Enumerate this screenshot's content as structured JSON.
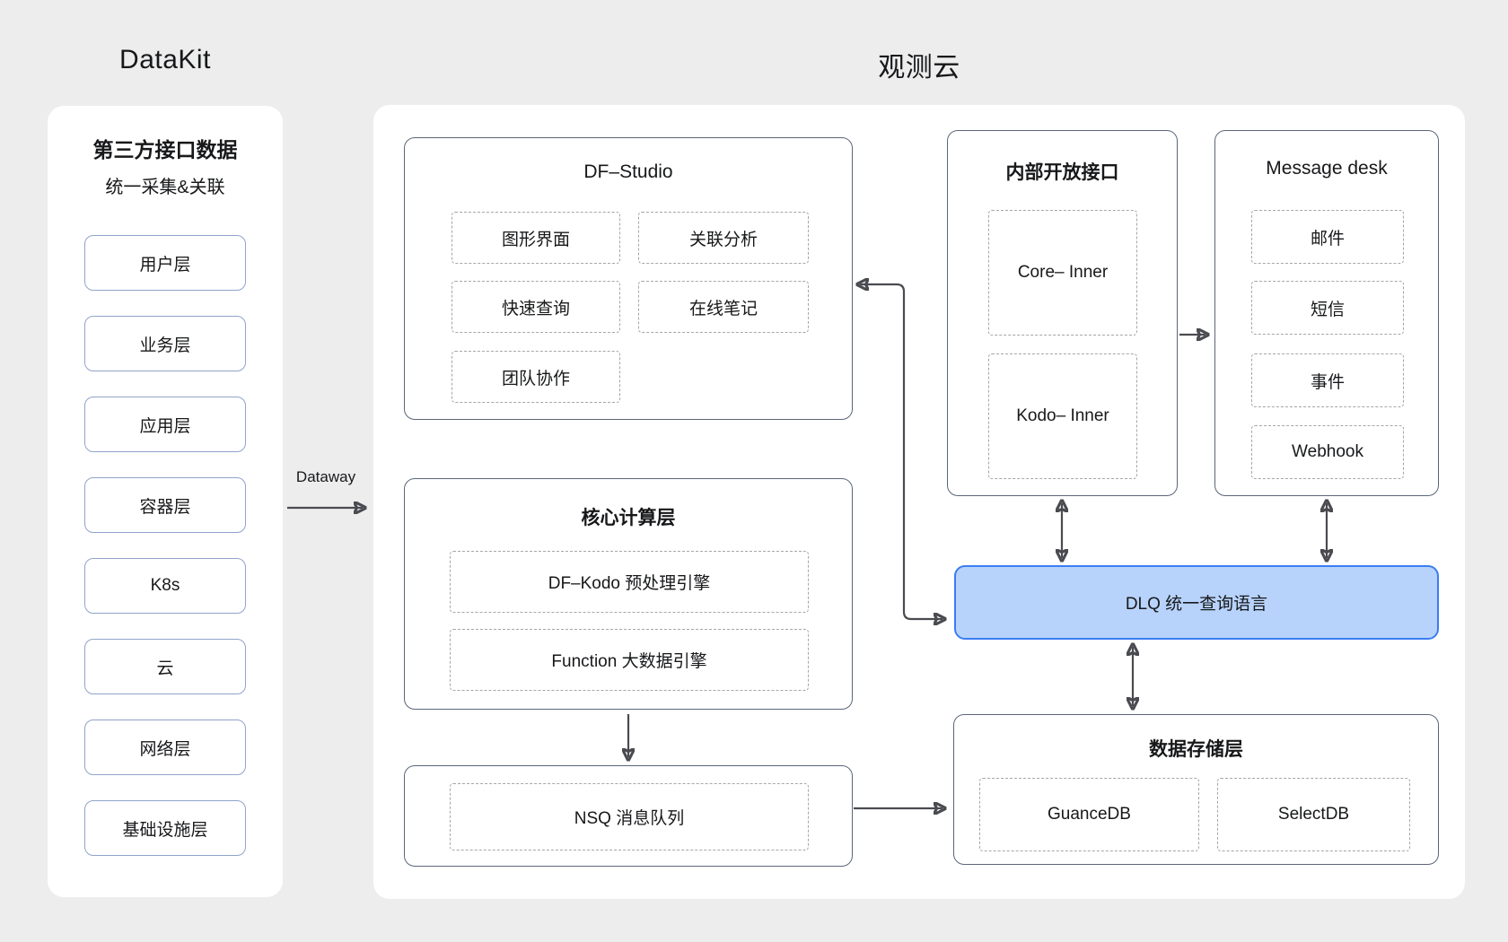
{
  "header": {
    "left_title": "DataKit",
    "right_title": "观测云"
  },
  "datakit_panel": {
    "title": "第三方接口数据",
    "subtitle": "统一采集&关联",
    "layers": [
      "用户层",
      "业务层",
      "应用层",
      "容器层",
      "K8s",
      "云",
      "网络层",
      "基础设施层"
    ]
  },
  "dataway": {
    "label": "Dataway"
  },
  "guance_panel": {
    "df_studio": {
      "title": "DF–Studio",
      "items": [
        "图形界面",
        "关联分析",
        "快速查询",
        "在线笔记",
        "团队协作"
      ]
    },
    "core_compute": {
      "title": "核心计算层",
      "items": [
        "DF–Kodo 预处理引擎",
        "Function 大数据引擎"
      ]
    },
    "nsq": {
      "label": "NSQ 消息队列"
    },
    "inner_api": {
      "title": "内部开放接口",
      "items": [
        "Core– Inner",
        "Kodo– Inner"
      ]
    },
    "message_desk": {
      "title": "Message desk",
      "items": [
        "邮件",
        "短信",
        "事件",
        "Webhook"
      ]
    },
    "dlq": {
      "label": "DLQ 统一查询语言"
    },
    "storage": {
      "title": "数据存储层",
      "items": [
        "GuanceDB",
        "SelectDB"
      ]
    }
  },
  "colors": {
    "canvas_bg": "#ededee",
    "panel_bg": "#ffffff",
    "box_border": "#5b6678",
    "layer_border": "#91a3c9",
    "dashed_border": "#a6a6a6",
    "arrow": "#4a4b50",
    "dlq_fill": "#b7d3fb",
    "dlq_border": "#3b7df2",
    "text": "#17181a"
  }
}
